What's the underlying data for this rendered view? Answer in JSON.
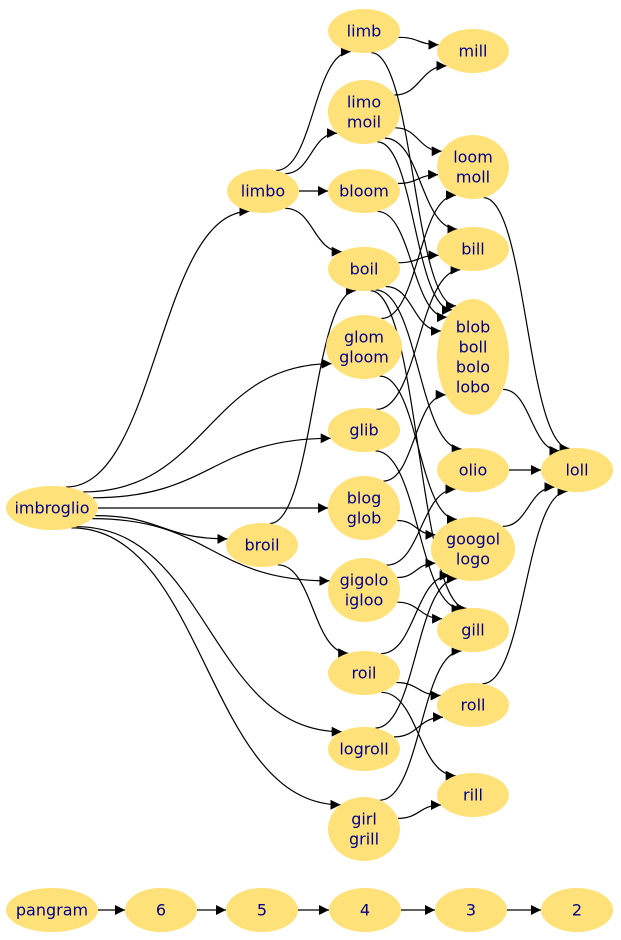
{
  "colors": {
    "node_fill": "#FFE17A",
    "label": "#00008B",
    "edge": "#000000"
  },
  "nodes": {
    "imbroglio": [
      "imbroglio"
    ],
    "limbo": [
      "limbo"
    ],
    "broil": [
      "broil"
    ],
    "limb": [
      "limb"
    ],
    "limomoil": [
      "limo",
      "moil"
    ],
    "bloom": [
      "bloom"
    ],
    "boil": [
      "boil"
    ],
    "glomgloom": [
      "glom",
      "gloom"
    ],
    "glib": [
      "glib"
    ],
    "blogglob": [
      "blog",
      "glob"
    ],
    "gigoloigloo": [
      "gigolo",
      "igloo"
    ],
    "roil": [
      "roil"
    ],
    "logroll": [
      "logroll"
    ],
    "girlgrill": [
      "girl",
      "grill"
    ],
    "mill": [
      "mill"
    ],
    "loommoll": [
      "loom",
      "moll"
    ],
    "bill": [
      "bill"
    ],
    "blob": [
      "blob",
      "boll",
      "bolo",
      "lobo"
    ],
    "olio": [
      "olio"
    ],
    "googollogo": [
      "googol",
      "logo"
    ],
    "gill": [
      "gill"
    ],
    "roll": [
      "roll"
    ],
    "rill": [
      "rill"
    ],
    "loll": [
      "loll"
    ],
    "pangram": [
      "pangram"
    ],
    "n6": [
      "6"
    ],
    "n5": [
      "5"
    ],
    "n4": [
      "4"
    ],
    "n3": [
      "3"
    ],
    "n2": [
      "2"
    ]
  },
  "edges": [
    [
      "imbroglio",
      "limbo"
    ],
    [
      "imbroglio",
      "glomgloom"
    ],
    [
      "imbroglio",
      "glib"
    ],
    [
      "imbroglio",
      "blogglob"
    ],
    [
      "imbroglio",
      "broil"
    ],
    [
      "imbroglio",
      "gigoloigloo"
    ],
    [
      "imbroglio",
      "logroll"
    ],
    [
      "imbroglio",
      "girlgrill"
    ],
    [
      "limbo",
      "limb"
    ],
    [
      "limbo",
      "limomoil"
    ],
    [
      "limbo",
      "bloom"
    ],
    [
      "limbo",
      "boil"
    ],
    [
      "broil",
      "boil"
    ],
    [
      "broil",
      "roil"
    ],
    [
      "limb",
      "mill"
    ],
    [
      "limb",
      "blob"
    ],
    [
      "limomoil",
      "mill"
    ],
    [
      "limomoil",
      "loommoll"
    ],
    [
      "limomoil",
      "bill"
    ],
    [
      "limomoil",
      "blob"
    ],
    [
      "bloom",
      "loommoll"
    ],
    [
      "bloom",
      "blob"
    ],
    [
      "boil",
      "bill"
    ],
    [
      "boil",
      "blob"
    ],
    [
      "boil",
      "olio"
    ],
    [
      "boil",
      "gill"
    ],
    [
      "glomgloom",
      "loommoll"
    ],
    [
      "glomgloom",
      "googollogo"
    ],
    [
      "glib",
      "bill"
    ],
    [
      "glib",
      "gill"
    ],
    [
      "blogglob",
      "blob"
    ],
    [
      "blogglob",
      "googollogo"
    ],
    [
      "gigoloigloo",
      "olio"
    ],
    [
      "gigoloigloo",
      "googollogo"
    ],
    [
      "gigoloigloo",
      "gill"
    ],
    [
      "roil",
      "googollogo"
    ],
    [
      "roil",
      "roll"
    ],
    [
      "roil",
      "rill"
    ],
    [
      "logroll",
      "googollogo"
    ],
    [
      "logroll",
      "roll"
    ],
    [
      "girlgrill",
      "gill"
    ],
    [
      "girlgrill",
      "rill"
    ],
    [
      "loommoll",
      "loll"
    ],
    [
      "blob",
      "loll"
    ],
    [
      "olio",
      "loll"
    ],
    [
      "googollogo",
      "loll"
    ],
    [
      "roll",
      "loll"
    ],
    [
      "pangram",
      "n6"
    ],
    [
      "n6",
      "n5"
    ],
    [
      "n5",
      "n4"
    ],
    [
      "n4",
      "n3"
    ],
    [
      "n3",
      "n2"
    ]
  ]
}
